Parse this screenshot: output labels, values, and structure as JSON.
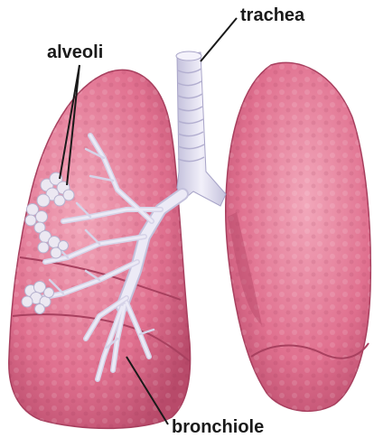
{
  "labels": {
    "alveoli": "alveoli",
    "trachea": "trachea",
    "bronchiole": "bronchiole"
  },
  "colors": {
    "lung_fill": "#e0708f",
    "lung_light": "#f0a0b6",
    "lung_dark": "#b84a6a",
    "airway_fill": "#e6e4f2",
    "airway_shade": "#c4c1dc",
    "alveoli_fill": "#ece8f2",
    "leader_line": "#1a1a1a"
  }
}
